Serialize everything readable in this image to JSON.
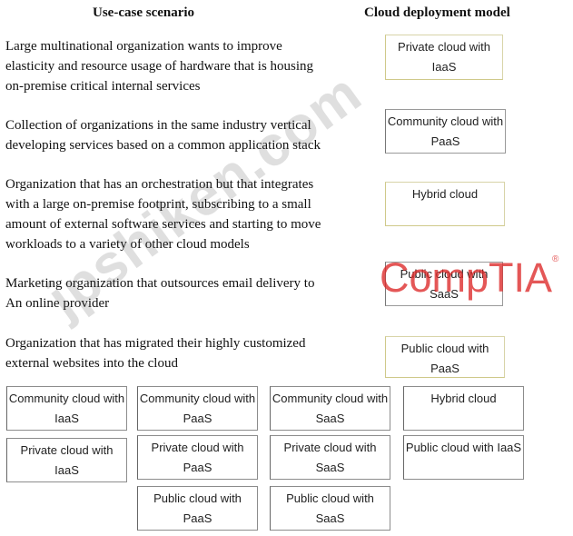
{
  "headers": {
    "scenario": "Use-case scenario",
    "model": "Cloud deployment model"
  },
  "scenarios": [
    "Large multinational organization wants to improve\nelasticity and resource usage of hardware that is housing\non-premise critical internal services",
    "Collection of organizations in the same industry vertical\ndeveloping services based on a common application stack",
    "Organization that has an orchestration but that integrates\nwith a large on-premise footprint, subscribing to a small\namount of external software services and starting to move\nworkloads to a variety of other cloud models",
    "Marketing organization that outsources email delivery to\nAn online provider",
    "Organization that has migrated their highly customized\nexternal websites into the cloud"
  ],
  "answers": [
    "Private cloud with IaaS",
    "Community cloud with PaaS",
    "Hybrid cloud",
    "Public cloud with SaaS",
    "Public cloud with PaaS"
  ],
  "options": [
    "Community cloud with IaaS",
    "Community cloud with PaaS",
    "Community cloud with SaaS",
    "Hybrid cloud",
    "Private cloud with IaaS",
    "Private cloud with PaaS",
    "Private cloud with SaaS",
    "Public cloud with IaaS",
    "Public cloud with PaaS",
    "Public cloud with SaaS"
  ],
  "watermark": "jpshiken.com",
  "logo": {
    "text": "CompTIA",
    "mark": "®"
  }
}
